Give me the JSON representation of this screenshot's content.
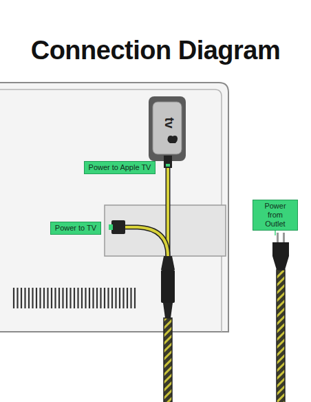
{
  "diagram": {
    "title": "Connection Diagram",
    "nodes": [
      {
        "text": [
          "Power to Apple TV"
        ]
      },
      {
        "text": [
          "Power to TV"
        ]
      },
      {
        "text": [
          "Power from Outlet"
        ]
      }
    ],
    "labels": [
      "tv"
    ]
  }
}
